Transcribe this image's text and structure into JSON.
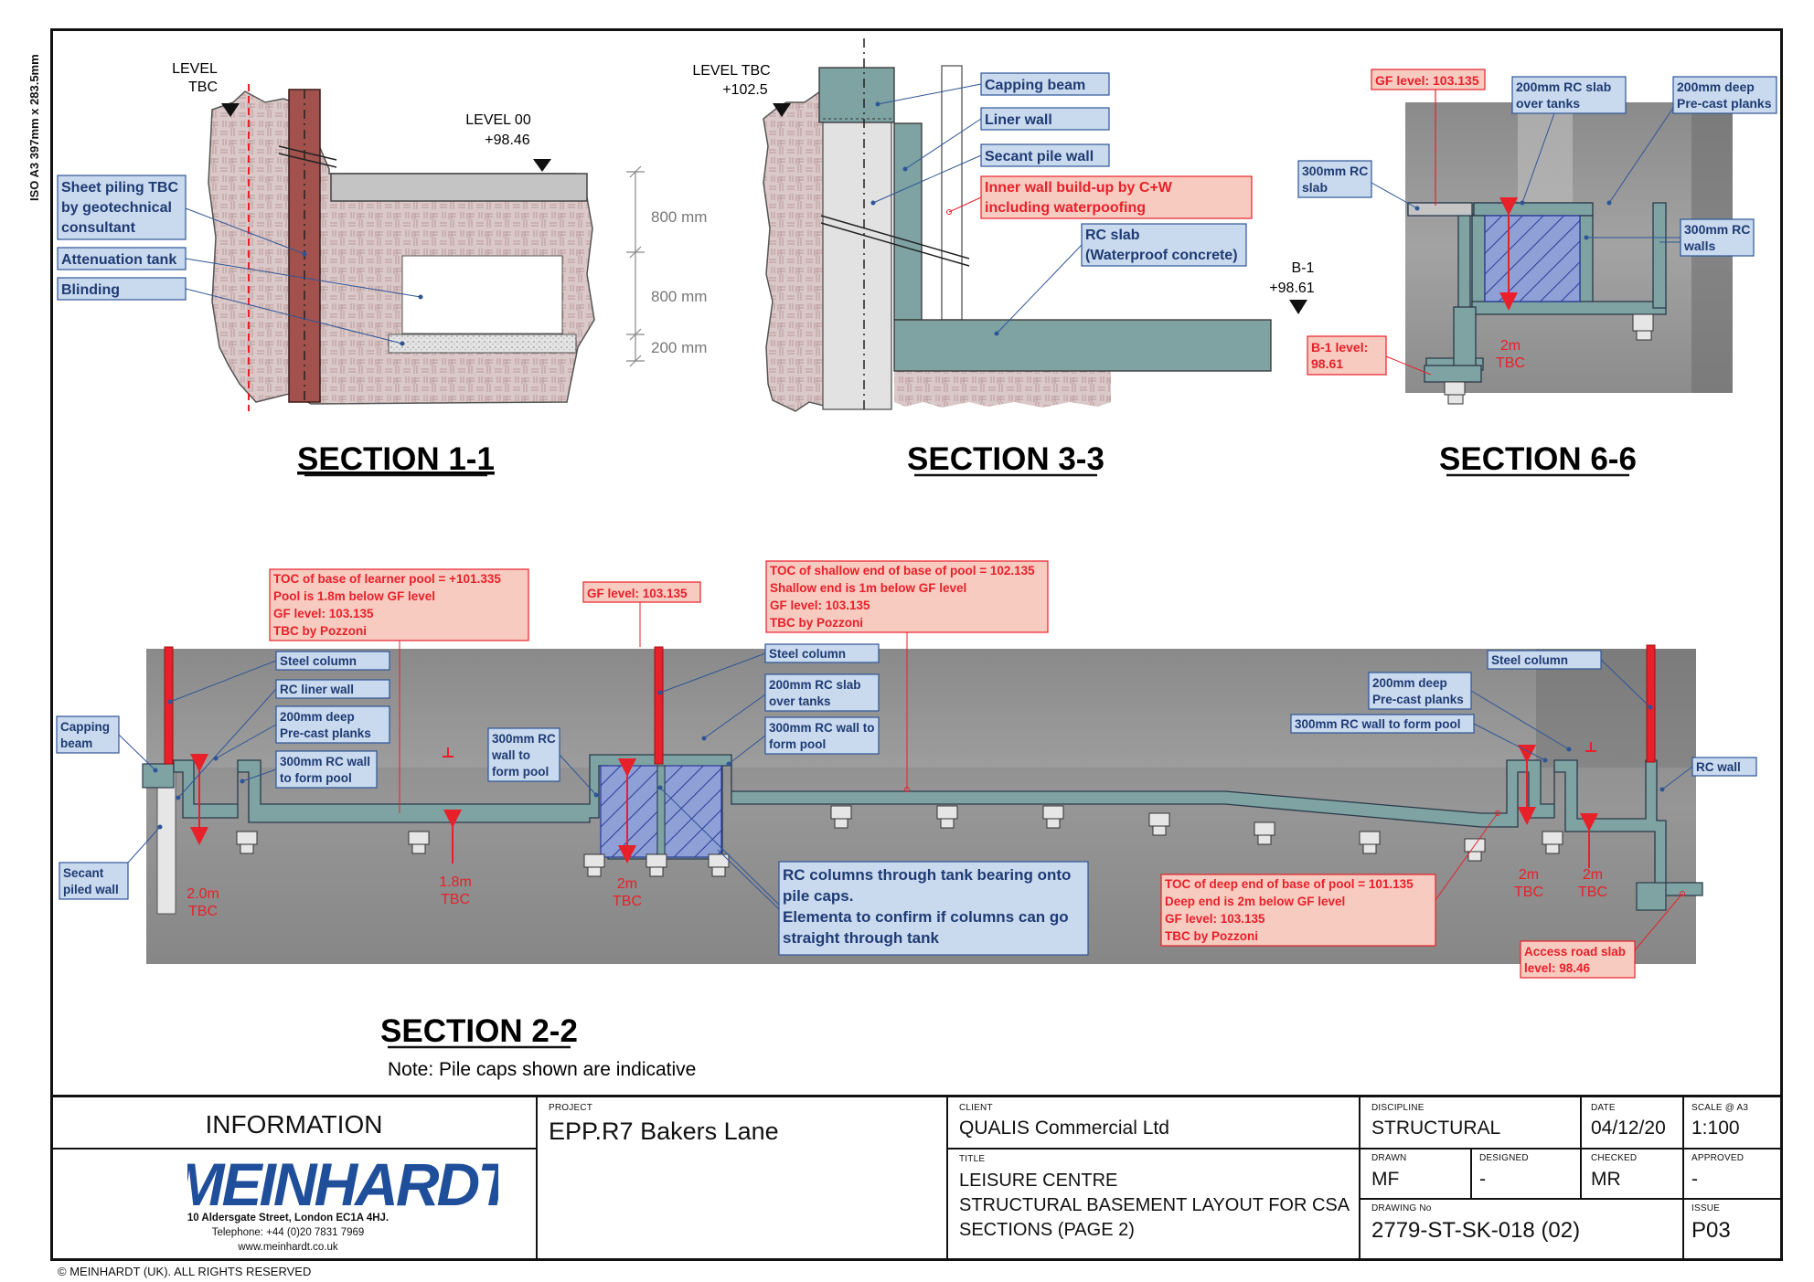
{
  "paper_size": "ISO A3 397mm x 283.5mm",
  "sections": {
    "s11": {
      "title": "SECTION 1-1",
      "level_tbc": [
        "LEVEL",
        "TBC"
      ],
      "level_00": [
        "LEVEL 00",
        "+98.46"
      ],
      "labels": [
        "Sheet piling TBC",
        "by geotechnical",
        "consultant"
      ],
      "attenuation": "Attenuation tank",
      "blinding": "Blinding",
      "dims": [
        "800 mm",
        "800 mm",
        "200 mm"
      ]
    },
    "s33": {
      "title": "SECTION 3-3",
      "level_tbc": [
        "LEVEL TBC",
        "+102.5"
      ],
      "b1": [
        "B-1",
        "+98.61"
      ],
      "capping": "Capping beam",
      "liner": "Liner wall",
      "secant": "Secant pile wall",
      "inner_wall": [
        "Inner wall build-up by C+W",
        "including waterpoofing"
      ],
      "rc_slab": [
        "RC slab",
        "(Waterproof concrete)"
      ]
    },
    "s66": {
      "title": "SECTION 6-6",
      "gf_level": "GF level: 103.135",
      "rc_slab_tanks": [
        "200mm RC slab",
        "over tanks"
      ],
      "precast": [
        "200mm deep",
        "Pre-cast planks"
      ],
      "rc_slab_300": [
        "300mm RC",
        "slab"
      ],
      "rc_walls": [
        "300mm RC",
        "walls"
      ],
      "b1_level": [
        "B-1 level:",
        "98.61"
      ],
      "dim": [
        "2m",
        "TBC"
      ]
    },
    "s22": {
      "title": "SECTION 2-2",
      "note": "Note: Pile caps shown are indicative",
      "toc_learner": [
        "TOC of base of learner pool = +101.335",
        "Pool is 1.8m below GF level",
        "GF level: 103.135",
        "TBC by Pozzoni"
      ],
      "gf_level": "GF level: 103.135",
      "toc_shallow": [
        "TOC of shallow end of base of pool = 102.135",
        "Shallow end is 1m below GF level",
        "GF level: 103.135",
        "TBC by Pozzoni"
      ],
      "steel_col": "Steel column",
      "rc_liner": "RC liner wall",
      "precast": [
        "200mm deep",
        "Pre-cast planks"
      ],
      "rc_wall_pool": [
        "300mm RC wall",
        "to form pool"
      ],
      "capping": [
        "Capping",
        "beam"
      ],
      "wall_pool_mid": [
        "300mm RC",
        "wall to",
        "form pool"
      ],
      "slab_tanks": [
        "200mm RC slab",
        "over tanks"
      ],
      "wall_pool_to": [
        "300mm RC wall to",
        "form pool"
      ],
      "secant": [
        "Secant",
        "piled wall"
      ],
      "rc_columns": [
        "RC columns through tank bearing onto",
        "pile caps.",
        "Elementa to confirm if columns can go",
        "straight through tank"
      ],
      "toc_deep": [
        "TOC of deep end of base of pool = 101.135",
        "Deep end is 2m below GF level",
        "GF level: 103.135",
        "TBC by Pozzoni"
      ],
      "steel_col_r": "Steel column",
      "precast_r": [
        "200mm deep",
        "Pre-cast planks"
      ],
      "wall_pool_r": "300mm RC wall to form pool",
      "rc_wall": "RC wall",
      "access_road": [
        "Access road slab",
        "level: 98.46"
      ],
      "dims": {
        "d20": [
          "2.0m",
          "TBC"
        ],
        "d18": [
          "1.8m",
          "TBC"
        ],
        "d2a": [
          "2m",
          "TBC"
        ],
        "d2b": [
          "2m",
          "TBC"
        ],
        "d2c": [
          "2m",
          "TBC"
        ]
      }
    }
  },
  "title_block": {
    "information": "INFORMATION",
    "company": "MEINHARDT",
    "address": "10 Aldersgate Street, London EC1A 4HJ.",
    "telephone": "Telephone: +44 (0)20 7831 7969",
    "web": "www.meinhardt.co.uk",
    "project_label": "PROJECT",
    "project": "EPP.R7 Bakers Lane",
    "client_label": "CLIENT",
    "client": "QUALIS Commercial Ltd",
    "title_label": "TITLE",
    "title": [
      "LEISURE CENTRE",
      "STRUCTURAL BASEMENT LAYOUT FOR CSA",
      "SECTIONS (PAGE 2)"
    ],
    "discipline_label": "DISCIPLINE",
    "discipline": "STRUCTURAL",
    "date_label": "DATE",
    "date": "04/12/20",
    "scale_label": "SCALE @ A3",
    "scale": "1:100",
    "drawn_label": "DRAWN",
    "drawn": "MF",
    "designed_label": "DESIGNED",
    "designed": "-",
    "checked_label": "CHECKED",
    "checked": "MR",
    "approved_label": "APPROVED",
    "approved": "-",
    "drawing_no_label": "DRAWING No",
    "drawing_no": "2779-ST-SK-018 (02)",
    "issue_label": "ISSUE",
    "issue": "P03"
  },
  "copyright": "© MEINHARDT (UK). ALL RIGHTS RESERVED",
  "colors": {
    "callout_fill": "#c9d9ee",
    "callout_border": "#2f5597",
    "red_callout_fill": "#f8cbc0",
    "red_text": "#e8202a",
    "concrete": "#7fa3a3",
    "soil": "#d8c4c4",
    "sheet_pile": "#a2514c"
  }
}
